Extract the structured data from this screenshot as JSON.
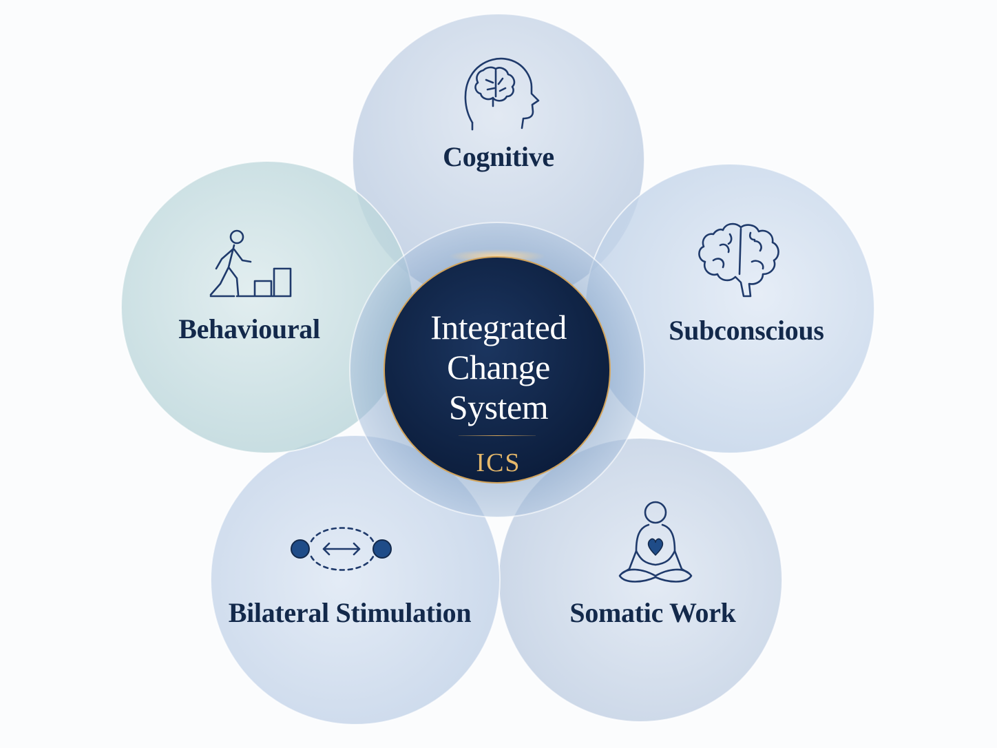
{
  "center": {
    "title_lines": [
      "Integrated",
      "Change",
      "System"
    ],
    "abbreviation": "ICS"
  },
  "petals": [
    {
      "label": "Cognitive",
      "icon": "head-brain-icon"
    },
    {
      "label": "Subconscious",
      "icon": "brain-icon"
    },
    {
      "label": "Somatic Work",
      "icon": "meditation-heart-icon"
    },
    {
      "label": "Bilateral Stimulation",
      "icon": "bilateral-arrows-icon"
    },
    {
      "label": "Behavioural",
      "icon": "person-climbing-steps-icon"
    }
  ],
  "colors": {
    "center_fill": "#0f2447",
    "center_border": "#d2a35a",
    "label_text": "#13294b",
    "abbreviation_text": "#e6b86a",
    "petal_blue": "#c7d6ea",
    "petal_teal": "#c3dde0"
  }
}
